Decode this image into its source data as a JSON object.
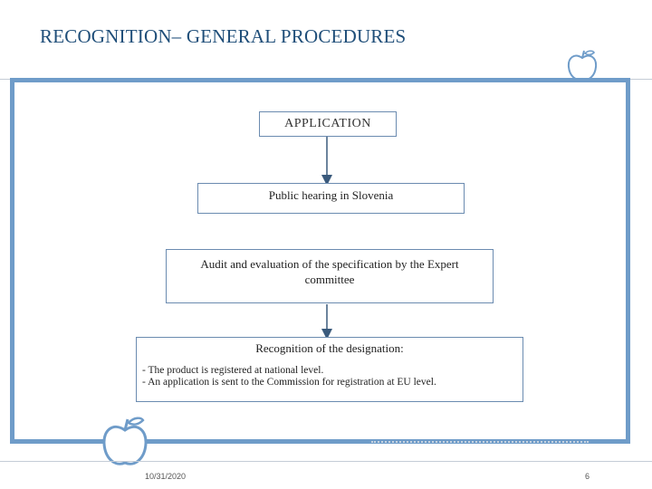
{
  "header": {
    "title": "RECOGNITION– GENERAL PROCEDURES"
  },
  "flow": {
    "step1": "APPLICATION",
    "step2": "Public hearing in Slovenia",
    "step3_line1": "Audit and evaluation of the specification by the Expert",
    "step3_line2": "committee",
    "step4_title": "Recognition of the designation:",
    "step4_items": [
      "- The product is registered at national level.",
      "- An application is sent to the Commission for registration at EU level."
    ]
  },
  "footer": {
    "date": "10/31/2020",
    "page": "6"
  },
  "icons": {
    "top_right": "apple-icon",
    "bottom_left": "apple-icon"
  },
  "colors": {
    "frame": "#6f9cc9",
    "title": "#1f4e79",
    "box_border": "#6b8bb0",
    "connector": "#3a5a7c"
  }
}
